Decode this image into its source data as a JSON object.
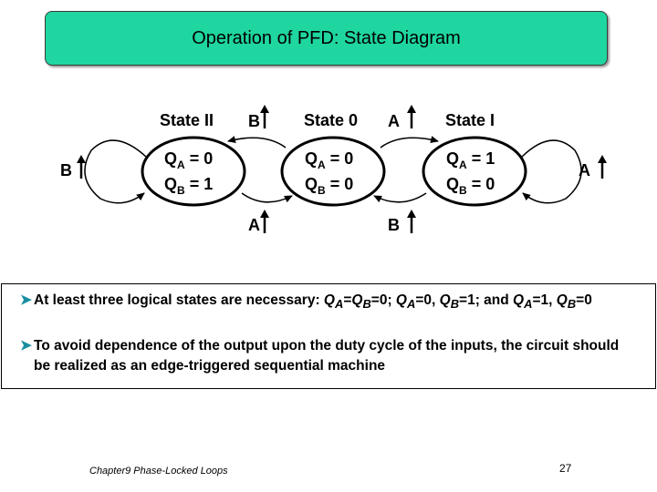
{
  "title": "Operation of PFD: State Diagram",
  "diagram": {
    "states": [
      {
        "name": "State II",
        "qa": "0",
        "qb": "1"
      },
      {
        "name": "State 0",
        "qa": "0",
        "qb": "0"
      },
      {
        "name": "State I",
        "qa": "1",
        "qb": "0"
      }
    ],
    "q_symbol": "Q",
    "sub_a": "A",
    "sub_b": "B",
    "eq": " = ",
    "edges": {
      "s0_to_s2": "B",
      "s0_to_s1": "A",
      "s2_to_s0": "A",
      "s1_to_s0": "B",
      "s2_self": "B",
      "s1_self": "A"
    }
  },
  "bullets": [
    {
      "line1_prefix": "At least three logical states are necessary: ",
      "q": "Q",
      "a": "A",
      "b": "B",
      "eq": "=",
      "eq0": "=0",
      "eq1": "=1",
      "sep1": "; ",
      "sep2": ", ",
      "and_text": "; and ",
      "comma": ","
    },
    {
      "text": "To avoid dependence of the output upon the duty cycle of the inputs, the circuit should be realized as an edge-triggered sequential machine"
    }
  ],
  "footer": "Chapter9 Phase-Locked Loops",
  "page_number": "27",
  "colors": {
    "title_bg": "#1fd6a0",
    "bullet_arrow": "#1a8fa0"
  }
}
